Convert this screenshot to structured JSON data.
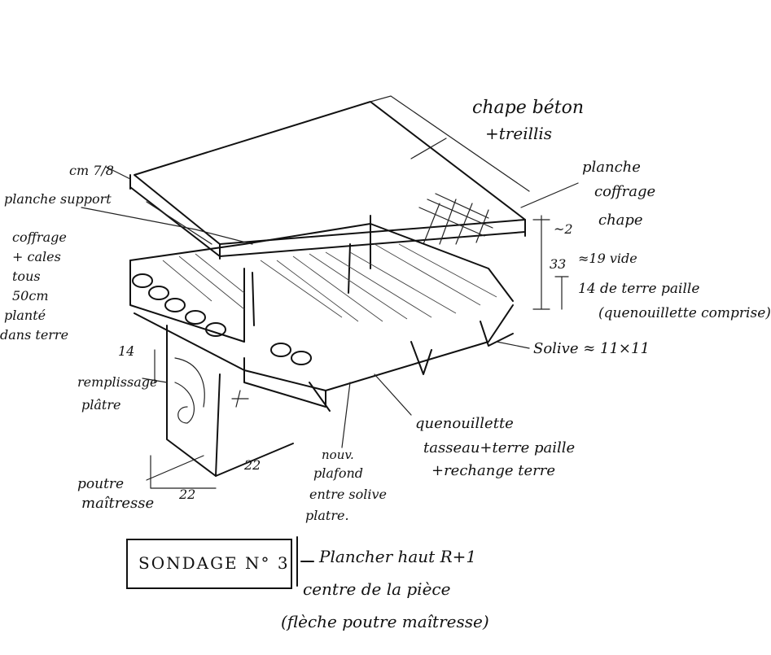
{
  "labels": {
    "chape_beton": "chape béton",
    "treillis": "+treillis",
    "dim_cm78": "cm 7/8",
    "planche_support": "planche support",
    "coffrage_1": "coffrage",
    "coffrage_2": "+ cales",
    "coffrage_3": "tous",
    "coffrage_4": "50cm",
    "coffrage_5": "planté",
    "coffrage_6": "dans terre",
    "planche_coffrage_1": "planche",
    "planche_coffrage_2": "coffrage",
    "planche_coffrage_3": "chape",
    "dim_2": "~2",
    "dim_33": "33",
    "dim_19_vide": "≈19 vide",
    "dim_14_terre": "14 de terre paille",
    "quenouillette_comprise": "(quenouillette comprise)",
    "solive": "Solive ≈ 11×11",
    "dim_14": "14",
    "remplissage_1": "remplissage",
    "remplissage_2": "plâtre",
    "quenouillette_1": "quenouillette",
    "quenouillette_2": "tasseau+terre paille",
    "quenouillette_3": "+rechange terre",
    "plafond_1": "nouv.",
    "plafond_2": "plafond",
    "plafond_3": "entre solive",
    "plafond_4": "platre.",
    "dim_22a": "22",
    "dim_22b": "22",
    "poutre_1": "poutre",
    "poutre_2": "maîtresse",
    "sondage": "SONDAGE N° 3",
    "plancher": "Plancher haut R+1",
    "centre": "centre de la pièce",
    "fleche": "(flèche poutre maîtresse)"
  }
}
